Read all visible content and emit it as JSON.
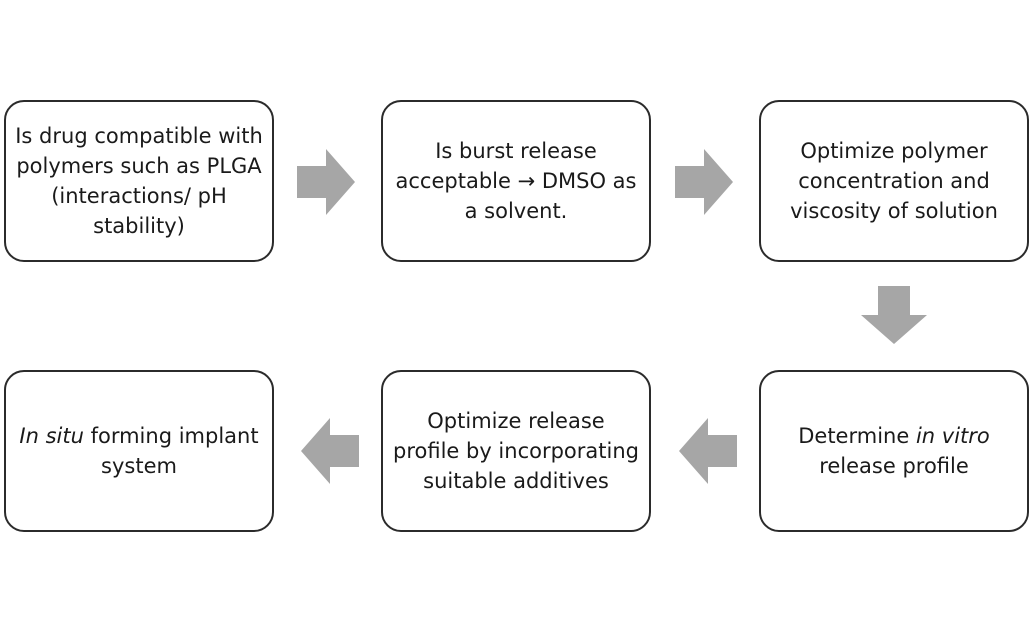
{
  "steps": [
    {
      "id": "step1",
      "text": "Is drug compatible with polymers such as PLGA (interactions/ pH stability)"
    },
    {
      "id": "step2",
      "text": "Is burst release acceptable → DMSO as a solvent."
    },
    {
      "id": "step3",
      "text": "Optimize polymer concentration and viscosity of solution"
    },
    {
      "id": "step4",
      "text_before": "Determine ",
      "text_italic": "in vitro",
      "text_after": " release profile"
    },
    {
      "id": "step5",
      "text": "Optimize release profile by incorporating suitable additives"
    },
    {
      "id": "step6",
      "text_italic": "In situ",
      "text_after": " forming implant system"
    }
  ],
  "colors": {
    "arrow": "#a6a6a6",
    "border": "#2b2b2b"
  }
}
